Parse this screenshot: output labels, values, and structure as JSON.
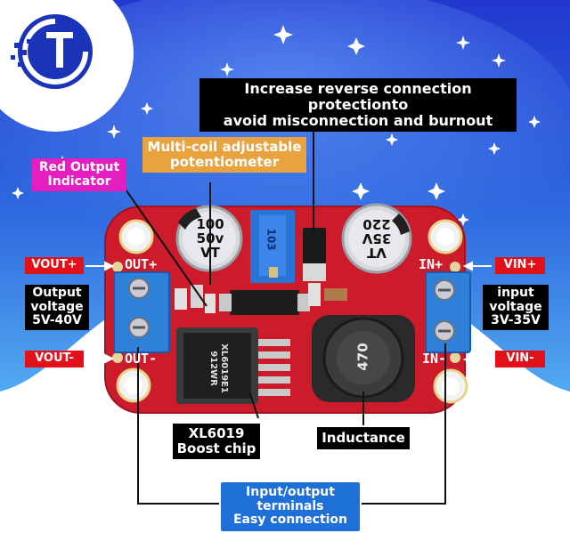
{
  "callouts": {
    "reverse": {
      "line1": "Increase reverse connection protectionto",
      "line2": "avoid misconnection and burnout"
    },
    "potentiometer": {
      "line1": "Multi-coil adjustable",
      "line2": "potentiometer"
    },
    "red_indicator": {
      "line1": "Red Output",
      "line2": "Indicator"
    },
    "vout_plus": "VOUT+",
    "vout_minus": "VOUT-",
    "vin_plus": "VIN+",
    "vin_minus": "VIN-",
    "output_voltage": {
      "line1": "Output",
      "line2": "voltage",
      "line3": "5V-40V"
    },
    "input_voltage": {
      "line1": "input",
      "line2": "voltage",
      "line3": "3V-35V"
    },
    "chip": {
      "line1": "XL6019",
      "line2": "Boost chip"
    },
    "inductance": "Inductance",
    "terminals": {
      "line1": "Input/output terminals",
      "line2": "Easy connection"
    }
  },
  "board_silkscreen": {
    "out_plus": "OUT+",
    "out_minus": "OUT-",
    "in_plus": "IN+",
    "in_minus": "IN-",
    "cap_left": {
      "line1": "100",
      "line2": "50v",
      "line3": "VT"
    },
    "cap_right": {
      "line1": "VT",
      "line2": "35V",
      "line3": "220"
    },
    "pot_mark": "103",
    "chip_mark": {
      "line1": "XL6019E1",
      "line2": "912WR"
    },
    "inductor_mark": "470"
  },
  "colors": {
    "board": "#cc1b2b",
    "terminal": "#2f80d8",
    "sky_top": "#2a3fd2",
    "sky_bottom": "#4aa0ef"
  },
  "logo": {
    "icon": "tc-logo-icon"
  }
}
